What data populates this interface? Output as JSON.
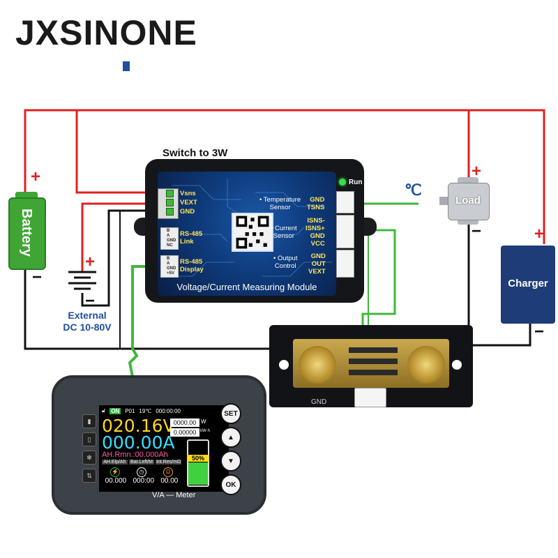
{
  "brand": {
    "name": "JXSINONE"
  },
  "labels": {
    "switch": "Switch to 3W",
    "battery": "Battery",
    "external_line1": "External",
    "external_line2": "DC 10-80V",
    "load": "Load",
    "charger": "Charger",
    "celsius": "℃",
    "plus": "+",
    "minus": "−"
  },
  "module": {
    "title": "Voltage/Current Measuring Module",
    "run": "Run",
    "left_terminals": [
      "Vsns",
      "VEXT",
      "GND"
    ],
    "rs485_link": {
      "line1": "RS-485",
      "line2": "Link",
      "pins": [
        "B",
        "A",
        "GND",
        "NC"
      ]
    },
    "rs485_display": {
      "line1": "RS-485",
      "line2": "Display",
      "pins": [
        "B",
        "A",
        "GND",
        "+5V"
      ]
    },
    "temp": {
      "line1": "• Temperature",
      "line2": "Sensor",
      "pins": [
        "GND",
        "TSNS"
      ]
    },
    "current": {
      "line1": "• Current",
      "line2": "Sensor",
      "pins": [
        "ISNS-",
        "ISNS+",
        "GND",
        "VCC"
      ]
    },
    "output": {
      "line1": "• Output",
      "line2": "Control",
      "pins": [
        "GND",
        "OUT",
        "VEXT"
      ]
    }
  },
  "shunt": {
    "gnd": "GND"
  },
  "meter": {
    "status_on": "ON",
    "profile": "P01",
    "temp": "19℃",
    "time": "000:00:00",
    "voltage": "020.16V",
    "current": "000.00A",
    "power": "0000.00",
    "power_unit": "W",
    "energy": "0.00000",
    "energy_unit": "kW·h",
    "remaining": "AH.Rmn.:00.000Ah",
    "battery_pct": "50%",
    "stat_headers": [
      "AH.Elp/Ah",
      "Bat.Left/M",
      "Int.Res/mΩ"
    ],
    "stat_values": [
      "00.000",
      "000:00",
      "00.00"
    ],
    "brand_label": "V/A — Meter",
    "buttons": [
      "SET",
      "▲",
      "▼",
      "OK"
    ]
  },
  "colors": {
    "wire_red": "#e02020",
    "wire_black": "#111111",
    "wire_green": "#3fb73a",
    "voltage": "#ffd91a",
    "current": "#33e0ff",
    "remaining": "#ff5fb0"
  }
}
